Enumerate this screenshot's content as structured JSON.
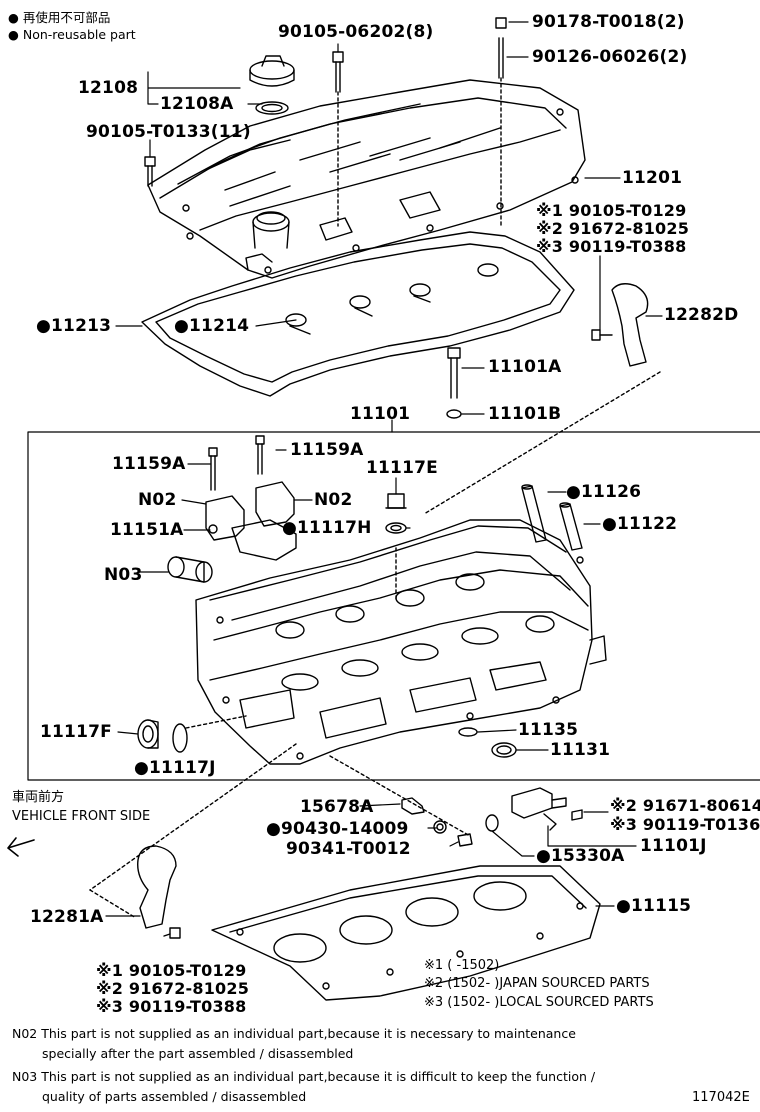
{
  "legend": {
    "nonreusable_jp": "● 再使用不可部品",
    "nonreusable_en": "● Non-reusable part"
  },
  "parts": {
    "p90105_06202": "90105-06202(8)",
    "p90178_T0018": "90178-T0018(2)",
    "p90126_06026": "90126-06026(2)",
    "p12108": "12108",
    "p12108A": "12108A",
    "p90105_T0133": "90105-T0133(11)",
    "p11201": "11201",
    "p12282D_n1": "※1 90105-T0129",
    "p12282D_n2": "※2 91672-81025",
    "p12282D_n3": "※3 90119-T0388",
    "p12282D": "12282D",
    "p11213": "●11213",
    "p11214": "●11214",
    "p11101A": "11101A",
    "p11101B": "11101B",
    "p11101": "11101",
    "p11159A_left": "11159A",
    "p11159A_right": "11159A",
    "p11117E": "11117E",
    "pN02_left": "N02",
    "pN02_right": "N02",
    "p11126": "●11126",
    "p11151A": "11151A",
    "p11117H": "●11117H",
    "p11122": "●11122",
    "pN03": "N03",
    "p11117F": "11117F",
    "p11117J": "●11117J",
    "p11135": "11135",
    "p11131": "11131",
    "vehicle_front_jp": "車両前方",
    "vehicle_front_en": "VEHICLE FRONT SIDE",
    "p15678A": "15678A",
    "p90430_14009": "●90430-14009",
    "p90341_T0012": "90341-T0012",
    "p15330A": "●15330A",
    "p11101J": "11101J",
    "p91671_80614": "※2 91671-80614",
    "p90119_T0136": "※3 90119-T0136",
    "p11115": "●11115",
    "p12281A": "12281A",
    "p12281A_n1": "※1 90105-T0129",
    "p12281A_n2": "※2 91672-81025",
    "p12281A_n3": "※3 90119-T0388",
    "foot_n1": "※1 (     -1502)",
    "foot_n2": "※2 (1502-     )JAPAN SOURCED PARTS",
    "foot_n3": "※3 (1502-     )LOCAL SOURCED PARTS"
  },
  "notes": {
    "n02_line1": "N02 This part is not supplied as an individual part,because it is necessary to maintenance",
    "n02_line2": "specially after the part assembled / disassembled",
    "n03_line1": "N03 This part is not supplied as an individual part,because it is difficult to keep the function /",
    "n03_line2": "quality of parts assembled / disassembled",
    "figure_id": "117042E"
  }
}
